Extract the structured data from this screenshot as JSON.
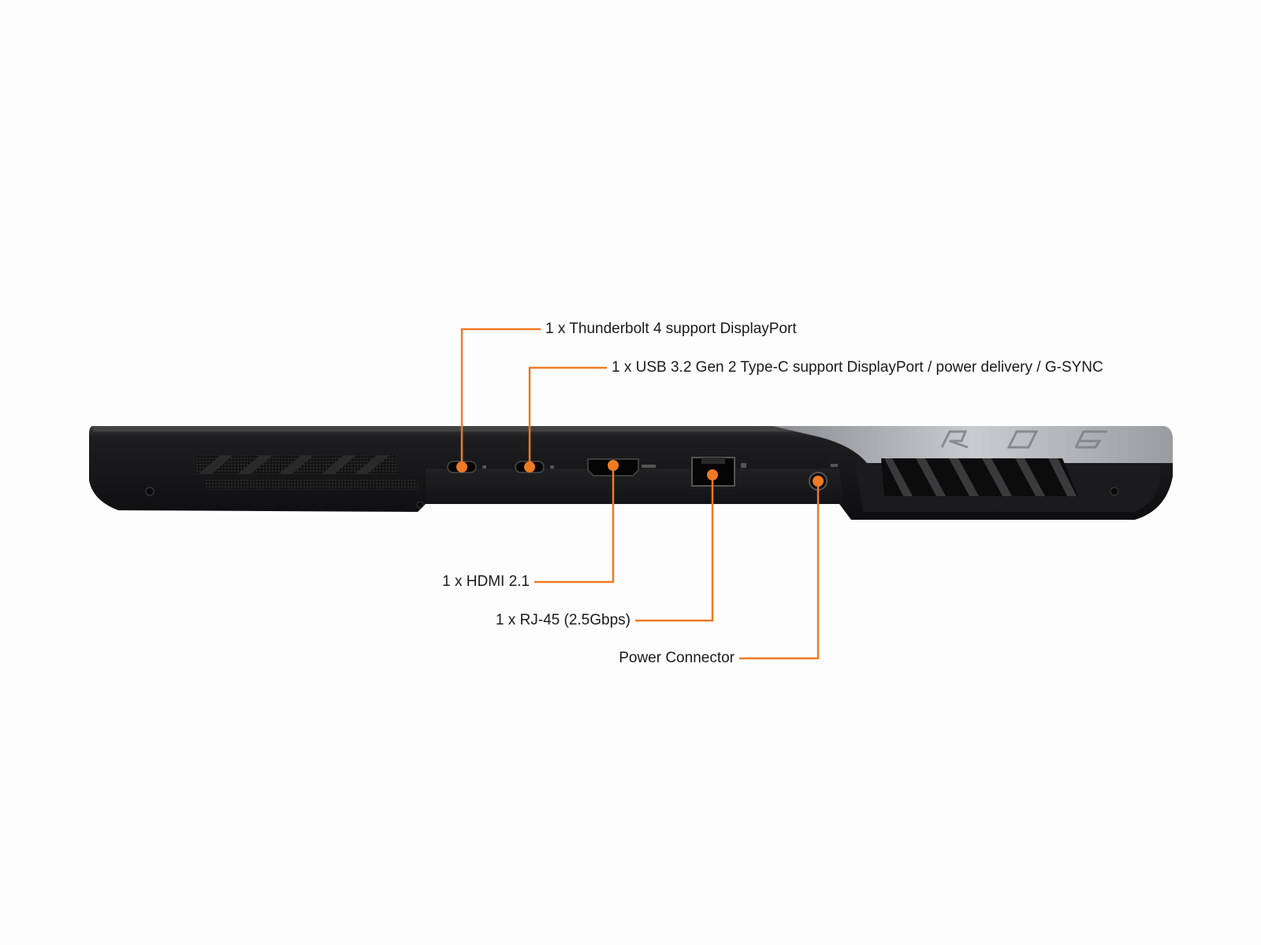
{
  "accent_color": "#ef7a24",
  "callouts": [
    {
      "id": "thunderbolt",
      "label": "1 x Thunderbolt 4 support DisplayPort"
    },
    {
      "id": "usb-c",
      "label": "1 x USB 3.2 Gen 2 Type-C support DisplayPort / power delivery / G-SYNC"
    },
    {
      "id": "hdmi",
      "label": "1 x HDMI 2.1"
    },
    {
      "id": "rj45",
      "label": "1 x RJ-45 (2.5Gbps)"
    },
    {
      "id": "power",
      "label": "Power Connector"
    }
  ]
}
